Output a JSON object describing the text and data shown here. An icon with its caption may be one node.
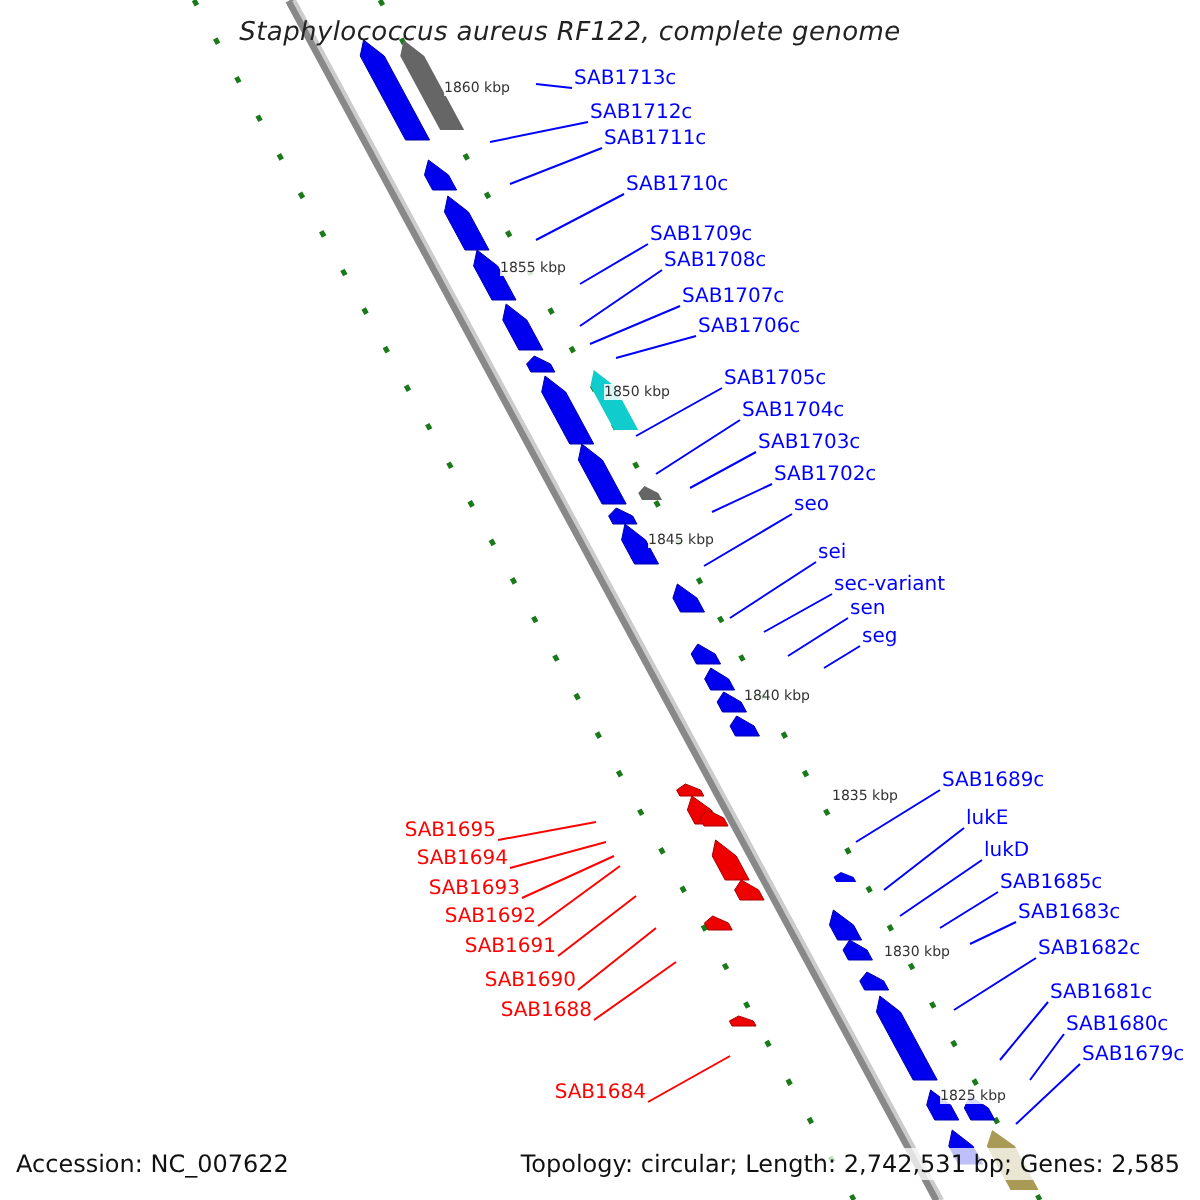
{
  "diagram": {
    "title": "Staphylococcus aureus RF122, complete genome",
    "nodes": [
      {
        "text": [
          "SAB1713c"
        ]
      },
      {
        "text": [
          "SAB1712c"
        ]
      },
      {
        "text": [
          "SAB1711c"
        ]
      },
      {
        "text": [
          "SAB1710c"
        ]
      },
      {
        "text": [
          "SAB1709c"
        ]
      },
      {
        "text": [
          "SAB1708c"
        ]
      },
      {
        "text": [
          "SAB1707c"
        ]
      },
      {
        "text": [
          "SAB1706c"
        ]
      },
      {
        "text": [
          "SAB1705c"
        ]
      },
      {
        "text": [
          "SAB1704c"
        ]
      },
      {
        "text": [
          "SAB1703c"
        ]
      },
      {
        "text": [
          "SAB1702c"
        ]
      },
      {
        "text": [
          "seo"
        ]
      },
      {
        "text": [
          "sei"
        ]
      },
      {
        "text": [
          "sec-variant"
        ]
      },
      {
        "text": [
          "sen"
        ]
      },
      {
        "text": [
          "seg"
        ]
      },
      {
        "text": [
          "SAB1689c"
        ]
      },
      {
        "text": [
          "lukE"
        ]
      },
      {
        "text": [
          "lukD"
        ]
      },
      {
        "text": [
          "SAB1685c"
        ]
      },
      {
        "text": [
          "SAB1683c"
        ]
      },
      {
        "text": [
          "SAB1682c"
        ]
      },
      {
        "text": [
          "SAB1681c"
        ]
      },
      {
        "text": [
          "SAB1680c"
        ]
      },
      {
        "text": [
          "SAB1679c"
        ]
      },
      {
        "text": [
          "SAB1695"
        ]
      },
      {
        "text": [
          "SAB1694"
        ]
      },
      {
        "text": [
          "SAB1693"
        ]
      },
      {
        "text": [
          "SAB1692"
        ]
      },
      {
        "text": [
          "SAB1691"
        ]
      },
      {
        "text": [
          "SAB1690"
        ]
      },
      {
        "text": [
          "SAB1688"
        ]
      },
      {
        "text": [
          "SAB1684"
        ]
      }
    ],
    "edges": [
      {
        "from": 0,
        "to": null,
        "arrow": "none"
      },
      {
        "from": 1,
        "to": null,
        "arrow": "none"
      },
      {
        "from": 2,
        "to": null,
        "arrow": "none"
      },
      {
        "from": 3,
        "to": null,
        "arrow": "none"
      },
      {
        "from": 4,
        "to": null,
        "arrow": "none"
      },
      {
        "from": 5,
        "to": null,
        "arrow": "none"
      },
      {
        "from": 6,
        "to": null,
        "arrow": "none"
      },
      {
        "from": 7,
        "to": null,
        "arrow": "none"
      },
      {
        "from": 8,
        "to": null,
        "arrow": "none"
      },
      {
        "from": 9,
        "to": null,
        "arrow": "none"
      },
      {
        "from": 10,
        "to": null,
        "arrow": "none"
      },
      {
        "from": 11,
        "to": null,
        "arrow": "none"
      },
      {
        "from": 12,
        "to": null,
        "arrow": "none"
      },
      {
        "from": 13,
        "to": null,
        "arrow": "none"
      },
      {
        "from": 14,
        "to": null,
        "arrow": "none"
      },
      {
        "from": 15,
        "to": null,
        "arrow": "none"
      },
      {
        "from": 16,
        "to": null,
        "arrow": "none"
      },
      {
        "from": 17,
        "to": null,
        "arrow": "none"
      },
      {
        "from": 18,
        "to": null,
        "arrow": "none"
      },
      {
        "from": 19,
        "to": null,
        "arrow": "none"
      },
      {
        "from": 20,
        "to": null,
        "arrow": "none"
      },
      {
        "from": 21,
        "to": null,
        "arrow": "none"
      },
      {
        "from": 22,
        "to": null,
        "arrow": "none"
      },
      {
        "from": 23,
        "to": null,
        "arrow": "none"
      },
      {
        "from": 24,
        "to": null,
        "arrow": "none"
      },
      {
        "from": 25,
        "to": null,
        "arrow": "none"
      },
      {
        "from": 26,
        "to": null,
        "arrow": "none",
        "color": "#ff0000"
      },
      {
        "from": 27,
        "to": null,
        "arrow": "none",
        "color": "#ff0000"
      },
      {
        "from": 28,
        "to": null,
        "arrow": "none",
        "color": "#ff0000"
      },
      {
        "from": 29,
        "to": null,
        "arrow": "none",
        "color": "#ff0000"
      },
      {
        "from": 30,
        "to": null,
        "arrow": "none",
        "color": "#ff0000"
      },
      {
        "from": 31,
        "to": null,
        "arrow": "none",
        "color": "#ff0000"
      },
      {
        "from": 32,
        "to": null,
        "arrow": "none",
        "color": "#ff0000"
      },
      {
        "from": 33,
        "to": null,
        "arrow": "none",
        "color": "#ff0000"
      }
    ],
    "labels": [
      "1860 kbp",
      "1855 kbp",
      "1850 kbp",
      "1845 kbp",
      "1840 kbp",
      "1835 kbp",
      "1830 kbp",
      "1825 kbp",
      "Accession: NC_007622",
      "Topology: circular; Length: 2,742,531 bp; Genes: 2,585"
    ]
  }
}
